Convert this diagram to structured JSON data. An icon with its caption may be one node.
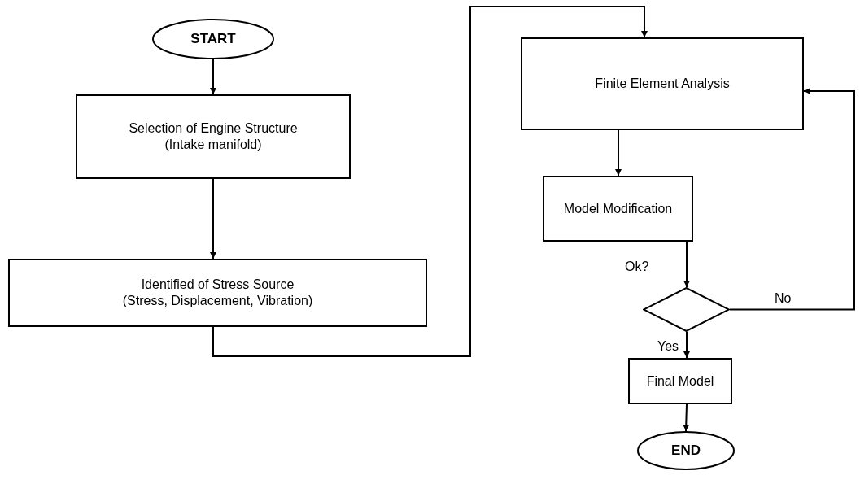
{
  "diagram": {
    "nodes": [
      {
        "text": [
          "START"
        ]
      },
      {
        "text": [
          "Selection of Engine Structure",
          "(Intake manifold)"
        ]
      },
      {
        "text": [
          "Identified of Stress Source",
          "(Stress, Displacement, Vibration)"
        ]
      },
      {
        "text": [
          "Finite Element Analysis"
        ]
      },
      {
        "text": [
          "Model Modification"
        ]
      },
      {
        "text": [],
        "shape": "diamond",
        "beside": [
          "Ok?"
        ]
      },
      {
        "text": [
          "Final Model"
        ]
      },
      {
        "text": [
          "END"
        ]
      }
    ],
    "edges": [
      {
        "from": 0,
        "to": 1,
        "arrow": "to"
      },
      {
        "from": 1,
        "to": 2,
        "arrow": "to"
      },
      {
        "from": 2,
        "to": 3,
        "arrow": "to"
      },
      {
        "from": 3,
        "to": 4,
        "arrow": "to"
      },
      {
        "from": 4,
        "to": 5,
        "arrow": "to"
      },
      {
        "from": 5,
        "to": 6,
        "arrow": "to",
        "label": "Yes"
      },
      {
        "from": 5,
        "to": 3,
        "arrow": "to",
        "label": "No"
      },
      {
        "from": 6,
        "to": 7,
        "arrow": "to"
      }
    ]
  }
}
